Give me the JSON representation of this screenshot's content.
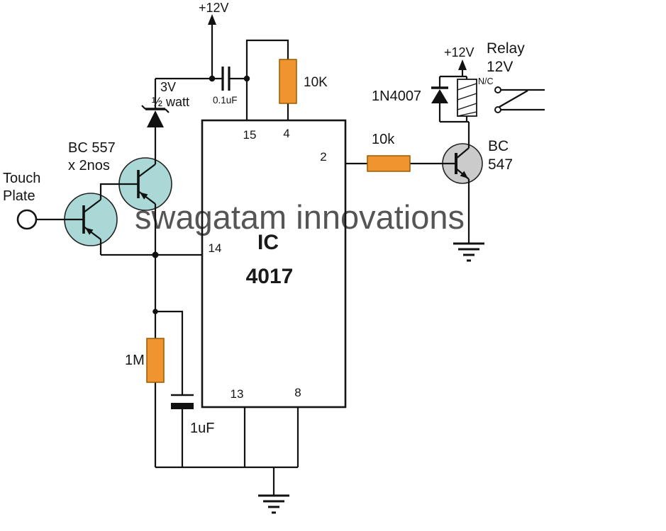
{
  "diagram": {
    "watermark": "swagatam innovations",
    "power": {
      "top": "+12V",
      "relay": "+12V"
    },
    "touch_plate": {
      "line1": "Touch",
      "line2": "Plate"
    },
    "zener": {
      "line1": "3V",
      "line2": "½ watt"
    },
    "cap_input": "0.1uF",
    "cap_timing": "1uF",
    "res_supply": "10K",
    "res_bias": "1M",
    "res_base": "10k",
    "pnp": {
      "line1": "BC 557",
      "line2": "x 2nos"
    },
    "npn": {
      "line1": "BC",
      "line2": "547"
    },
    "diode": "1N4007",
    "relay": {
      "line1": "Relay",
      "line2": "12V",
      "contact": "N/C"
    },
    "ic": {
      "name": "IC",
      "part": "4017",
      "pins": {
        "p15": "15",
        "p4": "4",
        "p2": "2",
        "p14": "14",
        "p13": "13",
        "p8": "8"
      }
    }
  },
  "colors": {
    "wire": "#111111",
    "resistor_fill": "#f09430",
    "resistor_stroke": "#9a5a00",
    "pnp_fill": "#a9d8d6",
    "npn_fill": "#cbcbcb",
    "component_stroke": "#151515",
    "watermark": "#8c8c8c"
  }
}
